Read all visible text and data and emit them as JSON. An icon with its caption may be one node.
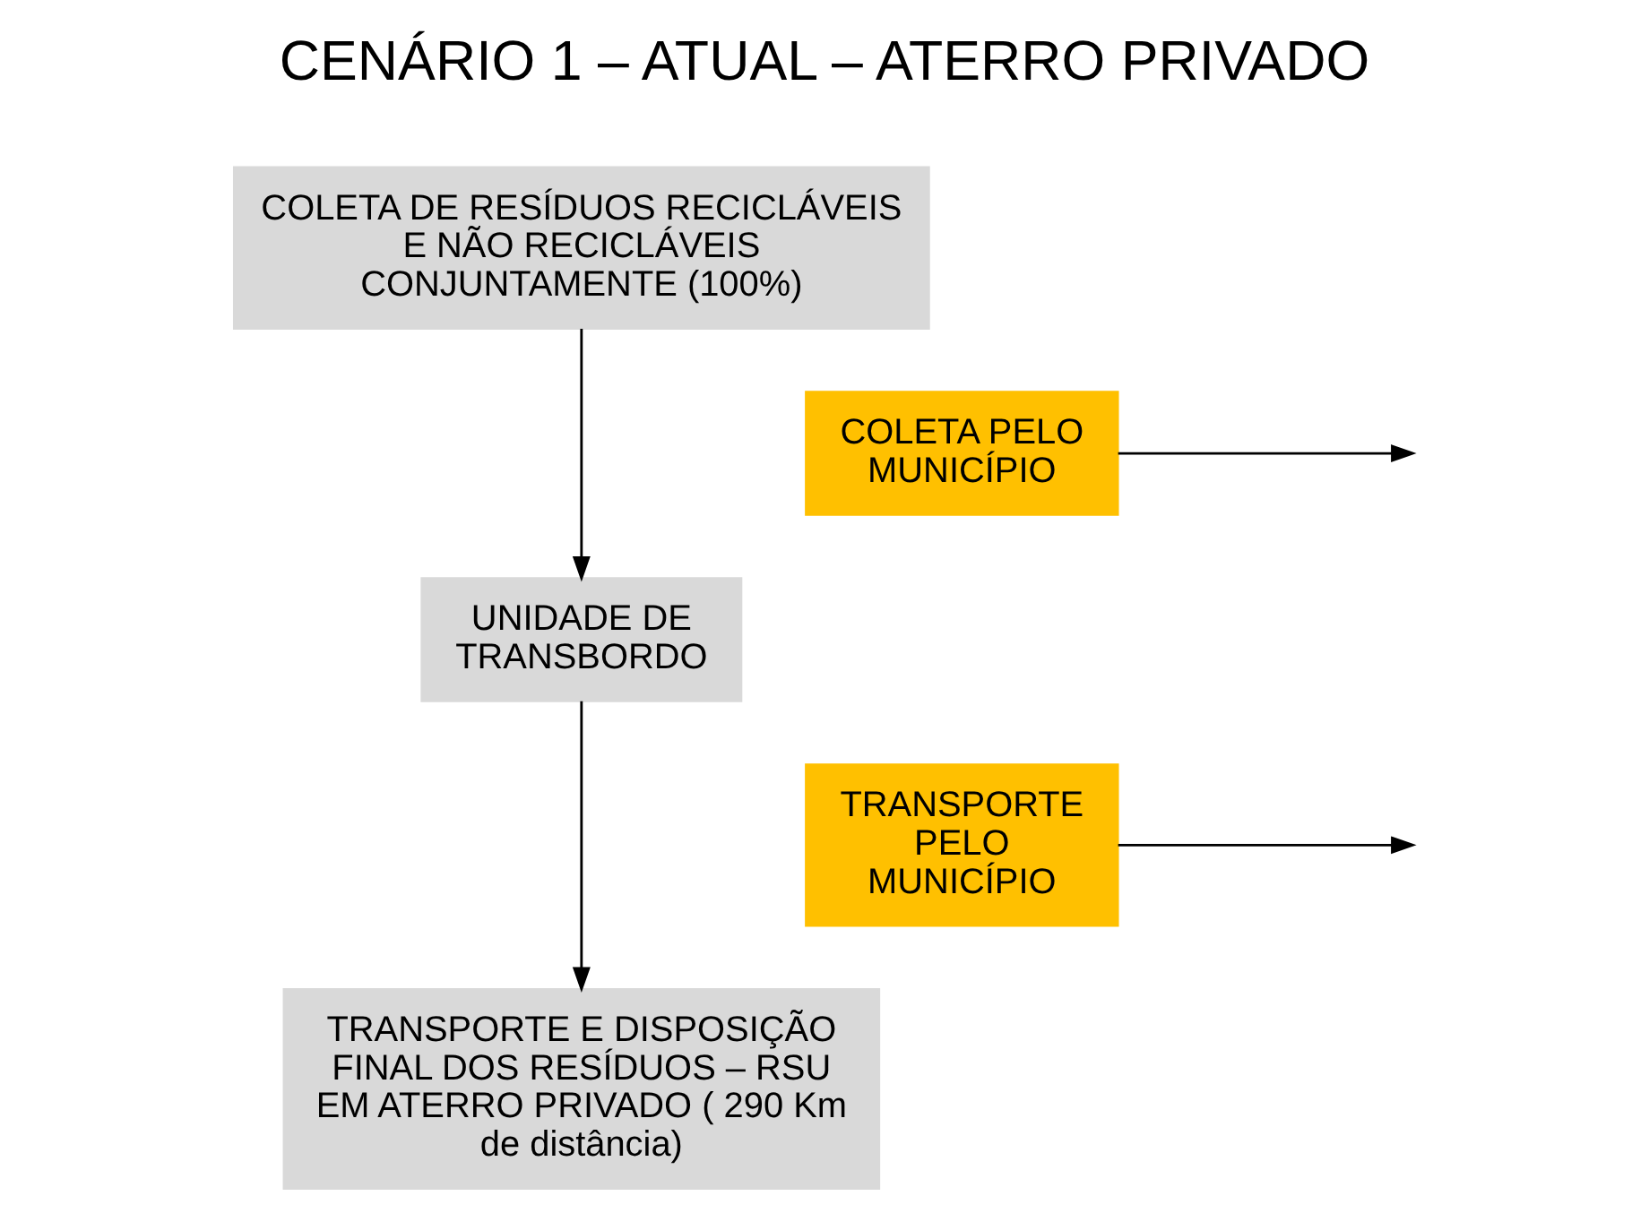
{
  "diagram": {
    "title": "CENÁRIO 1 – ATUAL – ATERRO PRIVADO",
    "nodes": [
      {
        "text": [
          "COLETA DE RESÍDUOS RECICLÁVEIS E NÃO RECICLÁVEIS CONJUNTAMENTE (100%)"
        ]
      },
      {
        "text": [
          "COLETA PELO MUNICÍPIO"
        ]
      },
      {
        "text": [
          "UNIDADE DE TRANSBORDO"
        ]
      },
      {
        "text": [
          "TRANSPORTE PELO MUNICÍPIO"
        ]
      },
      {
        "text": [
          "TRANSPORTE E DISPOSIÇÃO FINAL DOS RESÍDUOS – RSU EM ATERRO PRIVADO ( 290 Km de distância)"
        ]
      }
    ],
    "edges": [
      {
        "from": 0,
        "to": 2,
        "arrow": "to"
      },
      {
        "from": 1,
        "to": null,
        "arrow": "to"
      },
      {
        "from": 2,
        "to": 4,
        "arrow": "to"
      },
      {
        "from": 3,
        "to": null,
        "arrow": "to"
      }
    ]
  }
}
